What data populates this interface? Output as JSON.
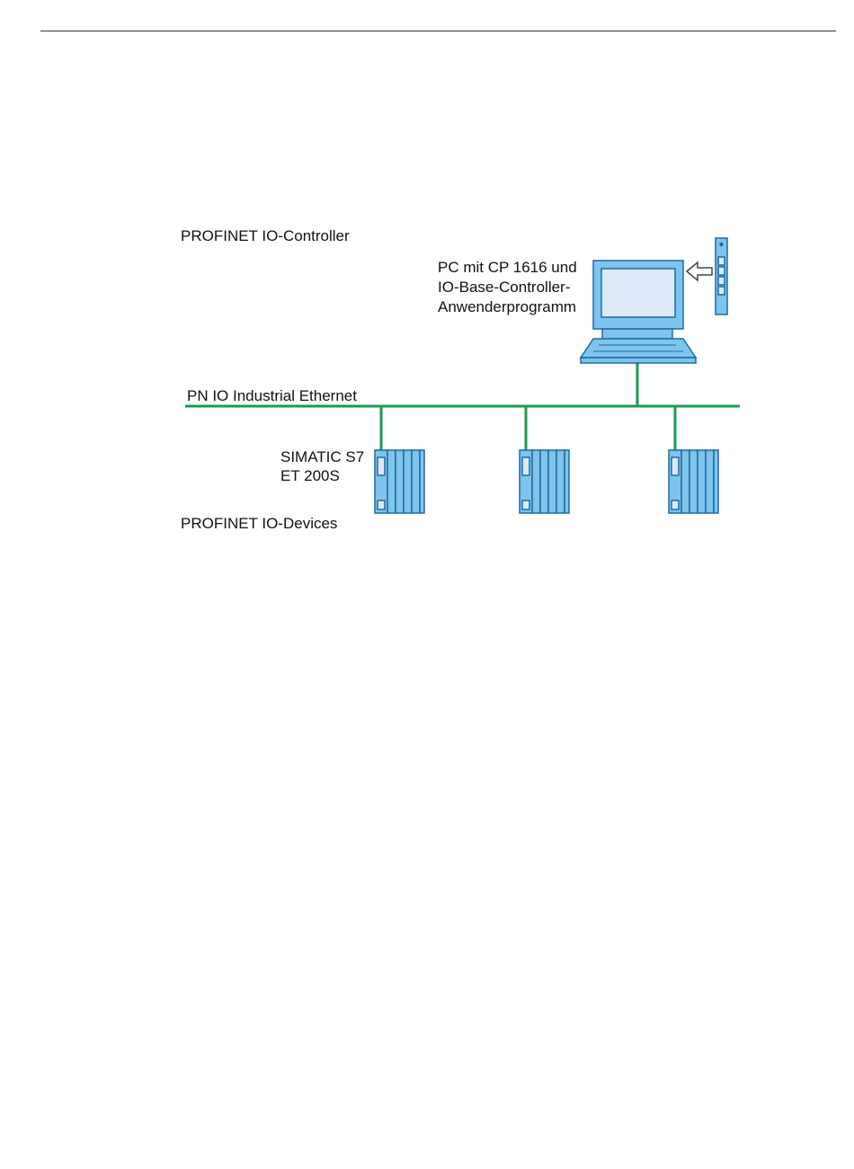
{
  "diagram": {
    "controller_label": "PROFINET IO-Controller",
    "pc_label": [
      "PC mit CP 1616 und",
      "IO-Base-Controller-",
      "Anwenderprogramm"
    ],
    "network_label": "PN IO Industrial Ethernet",
    "device_label": [
      "SIMATIC S7",
      "ET 200S"
    ],
    "devices_label": "PROFINET IO-Devices"
  },
  "colors": {
    "ethernet": "#1a9a50",
    "device_fill": "#7ec4ec",
    "device_stroke": "#1f6aa5",
    "screen": "#dceaf7"
  }
}
